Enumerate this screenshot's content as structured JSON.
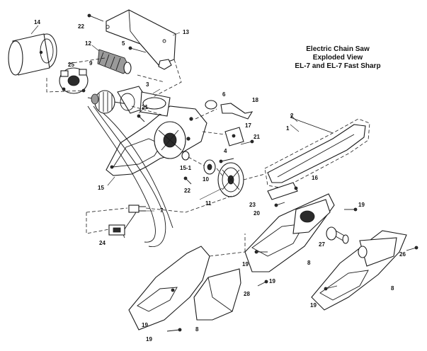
{
  "title": {
    "line1": "Electric Chain Saw",
    "line2": "Exploded View",
    "line3": "EL-7 and EL-7 Fast Sharp"
  },
  "labels": {
    "p1": "1",
    "p2": "2",
    "p3": "3",
    "p4": "4",
    "p5": "5",
    "p6": "6",
    "p7": "7",
    "p8a": "8",
    "p8b": "8",
    "p8c": "8",
    "p9": "9",
    "p10": "10",
    "p11": "11",
    "p12": "12",
    "p13": "13",
    "p14": "14",
    "p15": "15",
    "p15_1": "15-1",
    "p16": "16",
    "p17": "17",
    "p18": "18",
    "p19a": "19",
    "p19b": "19",
    "p19c": "19",
    "p19d": "19",
    "p19e": "19",
    "p20": "20",
    "p21a": "21",
    "p21b": "21",
    "p22a": "22",
    "p22b": "22",
    "p23": "23",
    "p24": "24",
    "p25": "25",
    "p26": "26",
    "p27": "27",
    "p28": "28"
  }
}
